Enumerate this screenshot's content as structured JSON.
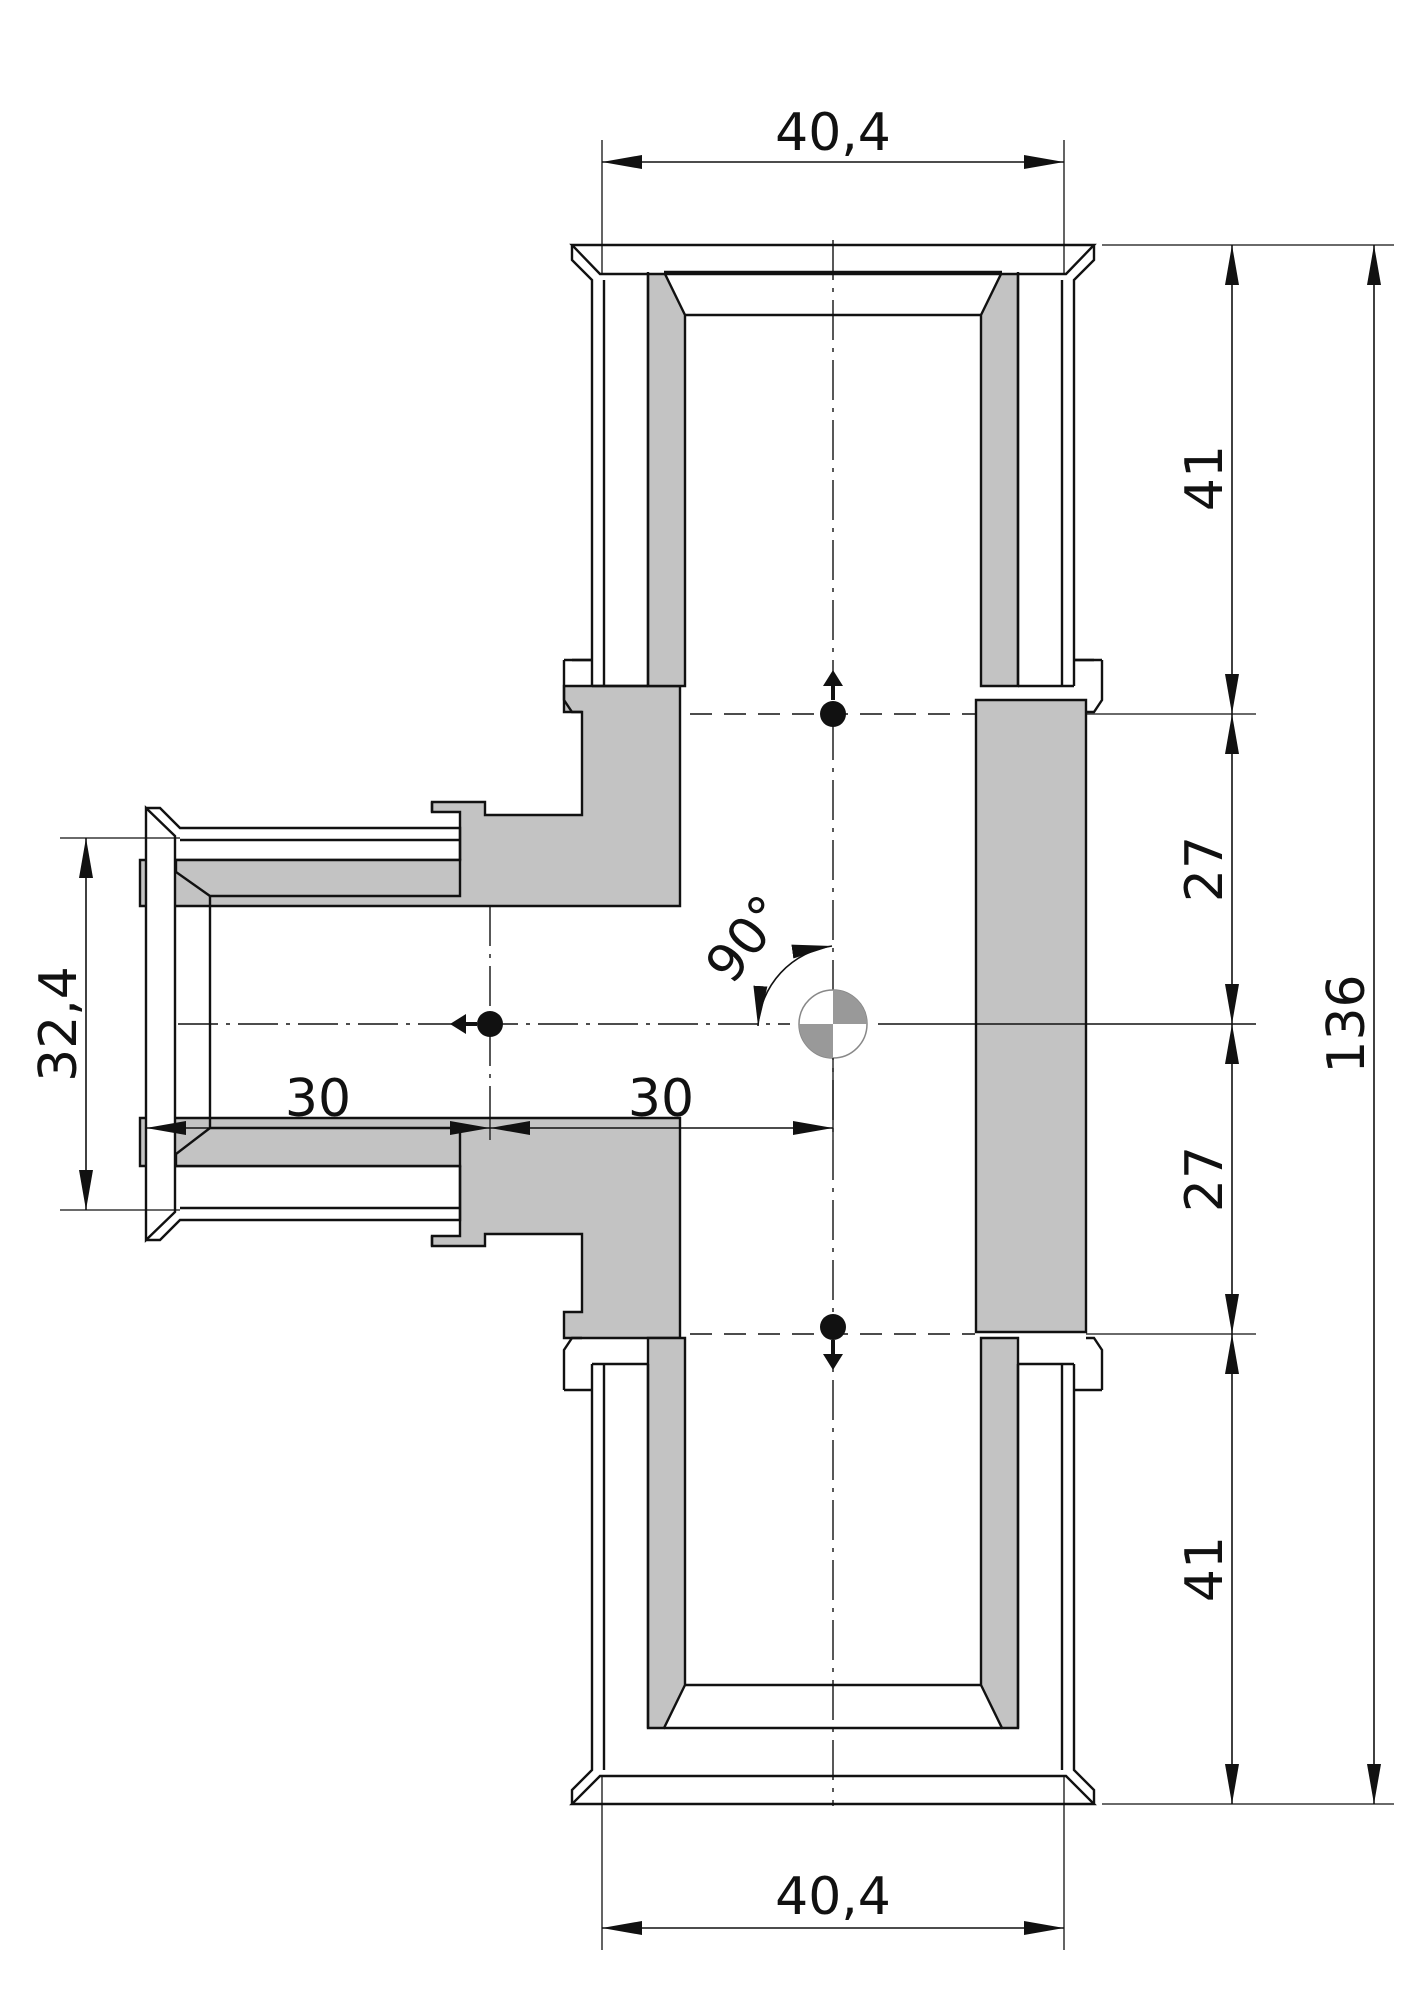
{
  "dimensions": {
    "top_width": "40,4",
    "bottom_width": "40,4",
    "branch_diameter": "32,4",
    "branch_length_left": "30",
    "branch_length_right": "30",
    "upper_socket_length": "41",
    "upper_body": "27",
    "lower_body": "27",
    "lower_socket_length": "41",
    "overall_length": "136",
    "angle": "90°"
  }
}
